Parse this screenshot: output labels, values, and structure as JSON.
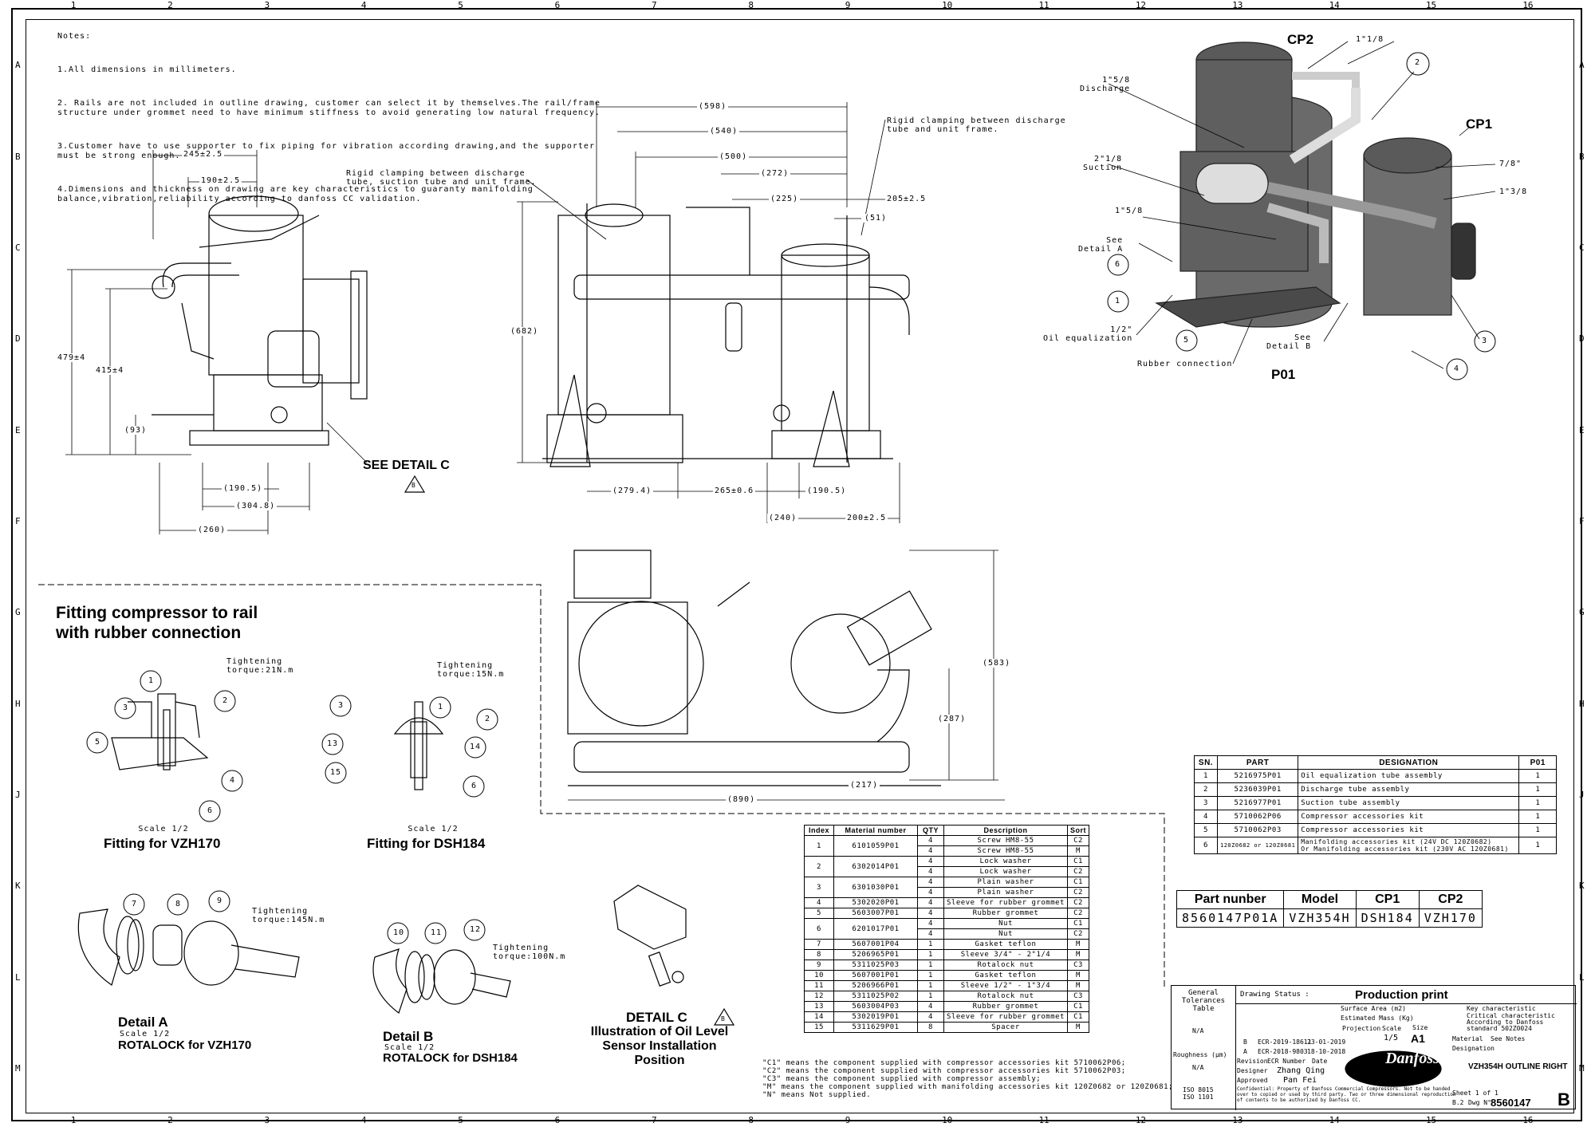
{
  "grid": {
    "columns": [
      "1",
      "2",
      "3",
      "4",
      "5",
      "6",
      "7",
      "8",
      "9",
      "10",
      "11",
      "12",
      "13",
      "14",
      "15",
      "16"
    ],
    "rows": [
      "A",
      "B",
      "C",
      "D",
      "E",
      "F",
      "G",
      "H",
      "J",
      "K",
      "L",
      "M"
    ]
  },
  "notes": {
    "heading": "Notes:",
    "items": [
      "1.All dimensions in millimeters.",
      "2. Rails are not included in outline drawing, customer can select it by themselves.The rail/frame\nstructure under grommet need to have minimum stiffness to avoid generating low natural frequency.",
      "3.Customer have to use supporter to fix piping for vibration according drawing,and the supporter\nmust be strong enough.",
      "4.Dimensions and thickness on drawing are key characteristics to guaranty manifolding\nbalance,vibration,reliability according to danfoss CC validation."
    ]
  },
  "side_view": {
    "dims": [
      "245±2.5",
      "190±2.5",
      "479±4",
      "415±4",
      "(93)",
      "(190.5)",
      "(304.8)",
      "(260)"
    ],
    "see_detail": "SEE DETAIL C",
    "rev_mark": "B"
  },
  "front_view": {
    "clamp_note_left": "Rigid clamping between discharge\ntube, suction tube and unit frame.",
    "clamp_note_right": "Rigid clamping between discharge\ntube and unit frame.",
    "dims": [
      "(598)",
      "(540)",
      "(500)",
      "(272)",
      "(225)",
      "(51)",
      "205±2.5",
      "(682)",
      "(279.4)",
      "265±0.6",
      "(190.5)",
      "(240)",
      "200±2.5"
    ]
  },
  "iso_view": {
    "labels": [
      "CP2",
      "CP1",
      "P01"
    ],
    "callouts": [
      "1\"1/8",
      "1\"5/8\nDischarge",
      "2\"1/8\nSuction",
      "1\"5/8",
      "See\nDetail A",
      "1/2\"\nOil equalization",
      "Rubber connection",
      "See\nDetail B",
      "7/8\"",
      "1\"3/8"
    ],
    "balloons": [
      "2",
      "6",
      "1",
      "5",
      "3",
      "4"
    ]
  },
  "top_view": {
    "dims": [
      "(583)",
      "(287)",
      "(217)",
      "(890)"
    ]
  },
  "fitting": {
    "title": "Fitting compressor to rail\nwith rubber connection",
    "vzh": {
      "scale": "Scale 1/2",
      "label": "Fitting for VZH170",
      "torque": "Tightening\ntorque:21N.m",
      "balloons": [
        "1",
        "2",
        "3",
        "4",
        "5",
        "6"
      ]
    },
    "dsh": {
      "scale": "Scale 1/2",
      "label": "Fitting for DSH184",
      "torque": "Tightening\ntorque:15N.m",
      "balloons": [
        "1",
        "2",
        "3",
        "13",
        "14",
        "15",
        "6"
      ]
    }
  },
  "details": {
    "a": {
      "title": "Detail A",
      "scale": "Scale 1/2",
      "label": "ROTALOCK for VZH170",
      "torque": "Tightening\ntorque:145N.m",
      "balloons": [
        "7",
        "8",
        "9"
      ]
    },
    "b": {
      "title": "Detail B",
      "scale": "Scale 1/2",
      "label": "ROTALOCK for DSH184",
      "torque": "Tightening\ntorque:100N.m",
      "balloons": [
        "10",
        "11",
        "12"
      ]
    },
    "c": {
      "title": "DETAIL C",
      "text": "Illustration of Oil Level\nSensor Installation\nPosition",
      "rev_mark": "B"
    }
  },
  "bom": {
    "headers": [
      "Index",
      "Material number",
      "QTY",
      "Description",
      "Sort"
    ],
    "rows": [
      [
        "1",
        "6101059P01",
        "4",
        "Screw HM8-55",
        "C2"
      ],
      [
        "",
        "",
        "4",
        "Screw HM8-55",
        "M"
      ],
      [
        "2",
        "6302014P01",
        "4",
        "Lock washer",
        "C1"
      ],
      [
        "",
        "",
        "4",
        "Lock washer",
        "C2"
      ],
      [
        "3",
        "6301030P01",
        "4",
        "Plain washer",
        "C1"
      ],
      [
        "",
        "",
        "4",
        "Plain washer",
        "C2"
      ],
      [
        "4",
        "5302020P01",
        "4",
        "Sleeve for rubber grommet",
        "C2"
      ],
      [
        "5",
        "5603007P01",
        "4",
        "Rubber grommet",
        "C2"
      ],
      [
        "6",
        "6201017P01",
        "4",
        "Nut",
        "C1"
      ],
      [
        "",
        "",
        "4",
        "Nut",
        "C2"
      ],
      [
        "7",
        "5607001P04",
        "1",
        "Gasket teflon",
        "M"
      ],
      [
        "8",
        "5206965P01",
        "1",
        "Sleeve 3/4\" - 2\"1/4",
        "M"
      ],
      [
        "9",
        "5311025P03",
        "1",
        "Rotalock nut",
        "C3"
      ],
      [
        "10",
        "5607001P01",
        "1",
        "Gasket teflon",
        "M"
      ],
      [
        "11",
        "5206966P01",
        "1",
        "Sleeve 1/2\" - 1\"3/4",
        "M"
      ],
      [
        "12",
        "5311025P02",
        "1",
        "Rotalock nut",
        "C3"
      ],
      [
        "13",
        "5603004P03",
        "4",
        "Rubber grommet",
        "C1"
      ],
      [
        "14",
        "5302019P01",
        "4",
        "Sleeve for rubber grommet",
        "C1"
      ],
      [
        "15",
        "5311629P01",
        "8",
        "Spacer",
        "M"
      ]
    ],
    "footnotes": "\"C1\" means the component supplied with compressor accessories kit 5710062P06;\n\"C2\" means the component supplied with compressor accessories kit 5710062P03;\n\"C3\" means the component supplied with compressor assembly;\n\"M\" means the component supplied with manifolding accessories kit 120Z0682 or 120Z0681;\n\"N\" means Not supplied."
  },
  "parts": {
    "headers": [
      "SN.",
      "PART",
      "DESIGNATION",
      "P01"
    ],
    "rows": [
      [
        "1",
        "5216975P01",
        "Oil equalization tube assembly",
        "1"
      ],
      [
        "2",
        "5236039P01",
        "Discharge tube assembly",
        "1"
      ],
      [
        "3",
        "5216977P01",
        "Suction tube assembly",
        "1"
      ],
      [
        "4",
        "5710062P06",
        "Compressor accessories kit",
        "1"
      ],
      [
        "5",
        "5710062P03",
        "Compressor accessories kit",
        "1"
      ],
      [
        "6",
        "120Z0682 or 120Z0681",
        "Manifolding accessories kit (24V DC 120Z0682)\nOr Manifolding accessories kit (230V AC 120Z0681)",
        "1"
      ]
    ]
  },
  "model_table": {
    "headers": [
      "Part nunber",
      "Model",
      "CP1",
      "CP2"
    ],
    "values": [
      "8560147P01A",
      "VZH354H",
      "DSH184",
      "VZH170"
    ]
  },
  "title_block": {
    "general_tolerances": "General\nTolerances\nTable",
    "drawing_status_label": "Drawing Status :",
    "drawing_status": "Production print",
    "na1": "N/A",
    "roughness_label": "Roughness (µm)",
    "na2": "N/A",
    "iso": "ISO 8015\nISO 1101",
    "surface_area": "Surface Area (m2)",
    "estimated_mass": "Estimated Mass (Kg)",
    "projection": "Projection",
    "scale_label": "Scale",
    "scale": "1/5",
    "size_label": "Size",
    "size": "A1",
    "rev_b": [
      "B",
      "ECR-2019-18611",
      "23-01-2019"
    ],
    "rev_a": [
      "A",
      "ECR-2018-9803",
      "18-10-2018"
    ],
    "rev_headers": [
      "Revision",
      "ECR Number",
      "Date"
    ],
    "designer_label": "Designer",
    "designer": "Zhang Qing",
    "approved_label": "Approved",
    "approver": "Pan Fei",
    "key_char": "Key characteristic",
    "critical_char": "Critical characteristic\nAccording to Danfoss\nstandard 502Z0024",
    "material_label": "Material",
    "see_notes": "See Notes",
    "designation_label": "Designation",
    "designation": "VZH354H OUTLINE RIGHT",
    "confidential": "Confidential: Property of Danfoss Commercial Compressors. Not to be handed\nover to copied or used by third party. Two or three dimensional reproduction\nof contents to be authorized by Danfoss CC.",
    "brand": "Danfoss",
    "sheet": "Sheet 1 of 1",
    "rev_small": "B.2",
    "dwg_label": "Dwg N°",
    "dwg_no": "8560147",
    "rev_letter": "B"
  }
}
